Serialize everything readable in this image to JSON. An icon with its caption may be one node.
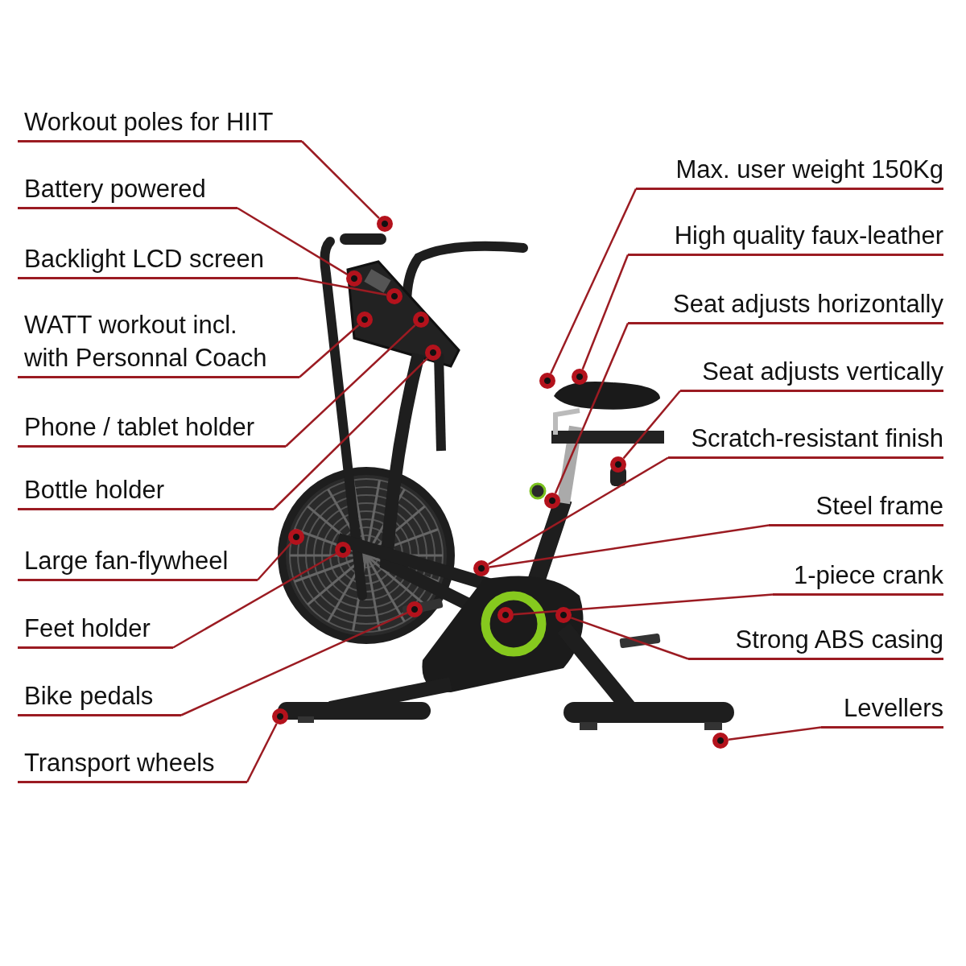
{
  "diagram": {
    "nodes": [
      {
        "text": [
          "Workout poles for HIIT"
        ]
      },
      {
        "text": [
          "Battery powered"
        ]
      },
      {
        "text": [
          "Backlight LCD screen"
        ]
      },
      {
        "text": [
          "WATT workout incl. with Personnal Coach"
        ]
      },
      {
        "text": [
          "Phone / tablet holder"
        ]
      },
      {
        "text": [
          "Bottle holder"
        ]
      },
      {
        "text": [
          "Large fan-flywheel"
        ]
      },
      {
        "text": [
          "Feet holder"
        ]
      },
      {
        "text": [
          "Bike pedals"
        ]
      },
      {
        "text": [
          "Transport wheels"
        ]
      },
      {
        "text": [
          "Max. user weight 150Kg"
        ]
      },
      {
        "text": [
          "High quality faux-leather"
        ]
      },
      {
        "text": [
          "Seat adjusts horizontally"
        ]
      },
      {
        "text": [
          "Seat adjusts vertically"
        ]
      },
      {
        "text": [
          "Scratch-resistant finish"
        ]
      },
      {
        "text": [
          "Steel frame"
        ]
      },
      {
        "text": [
          "1-piece crank"
        ]
      },
      {
        "text": [
          "Strong ABS casing"
        ]
      },
      {
        "text": [
          "Levellers"
        ]
      },
      {
        "text": [],
        "shape": "circle"
      },
      {
        "text": [],
        "shape": "circle"
      },
      {
        "text": [],
        "shape": "circle"
      },
      {
        "text": [],
        "shape": "circle"
      },
      {
        "text": [],
        "shape": "circle"
      },
      {
        "text": [],
        "shape": "circle"
      },
      {
        "text": [],
        "shape": "circle"
      },
      {
        "text": [],
        "shape": "circle"
      },
      {
        "text": [],
        "shape": "circle"
      },
      {
        "text": [],
        "shape": "circle"
      },
      {
        "text": [],
        "shape": "circle"
      },
      {
        "text": [],
        "shape": "circle"
      },
      {
        "text": [],
        "shape": "circle"
      },
      {
        "text": [],
        "shape": "circle"
      },
      {
        "text": [],
        "shape": "circle"
      },
      {
        "text": [],
        "shape": "circle"
      },
      {
        "text": [],
        "shape": "circle"
      },
      {
        "text": [],
        "shape": "circle"
      }
    ],
    "edges": [
      {
        "from": 0,
        "to": 19,
        "arrow": "none"
      },
      {
        "from": 1,
        "to": 20,
        "arrow": "none"
      },
      {
        "from": 2,
        "to": 21,
        "arrow": "none"
      },
      {
        "from": 3,
        "to": 22,
        "arrow": "none"
      },
      {
        "from": 4,
        "to": 23,
        "arrow": "none"
      },
      {
        "from": 5,
        "to": 24,
        "arrow": "none"
      },
      {
        "from": 6,
        "to": 29,
        "arrow": "none"
      },
      {
        "from": 7,
        "to": 30,
        "arrow": "none"
      },
      {
        "from": 8,
        "to": 32,
        "arrow": "none"
      },
      {
        "from": 9,
        "to": 35,
        "arrow": "none"
      },
      {
        "from": 10,
        "to": 25,
        "arrow": "none"
      },
      {
        "from": 11,
        "to": 26,
        "arrow": "none"
      },
      {
        "from": 12,
        "to": 28,
        "arrow": "none"
      },
      {
        "from": 13,
        "to": 27,
        "arrow": "none"
      },
      {
        "from": 14,
        "to": 31,
        "arrow": "none"
      },
      {
        "from": 15,
        "to": 31,
        "arrow": "none"
      },
      {
        "from": 16,
        "to": 33,
        "arrow": "none"
      },
      {
        "from": 17,
        "to": 34,
        "arrow": "none"
      },
      {
        "from": 18,
        "to": 36,
        "arrow": "none"
      }
    ]
  }
}
